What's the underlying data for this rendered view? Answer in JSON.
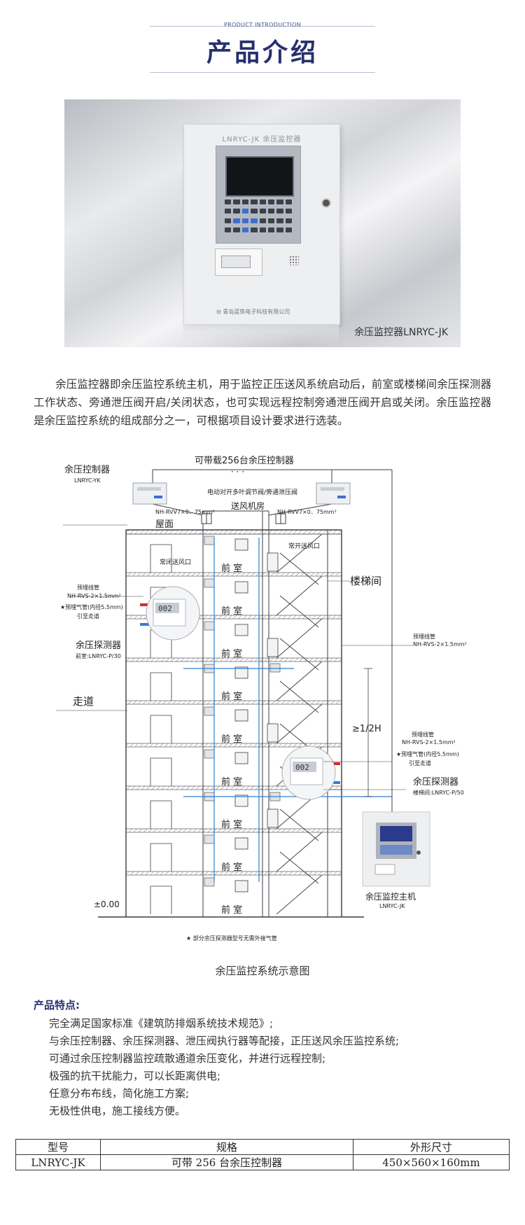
{
  "header": {
    "subtitle": "PRODUCT INTRODUCTION",
    "title": "产品介绍"
  },
  "photo": {
    "cabinet_title": "LNRYC-JK 余压监控器",
    "company": "青岛蓝铁电子科技有限公司",
    "caption": "余压监控器LNRYC-JK"
  },
  "intro": {
    "paragraph": "余压监控器即余压监控系统主机，用于监控正压送风系统启动后，前室或楼梯间余压探测器工作状态、旁通泄压阀开启/关闭状态，也可实现远程控制旁通泄压阀开启或关闭。余压监控器是余压监控系统的组成部分之一，可根据项目设计要求进行选装。"
  },
  "diagram": {
    "top_label": "可带载256台余压控制器",
    "dots": "· · ·",
    "controller_label": "余压控制器",
    "controller_model": "LNRYC-YK",
    "valve_label": "电动对开多叶调节阀/旁通泄压阀",
    "fan_room": "送风机房",
    "roof": "屋面",
    "cable_left": "NH-RVV7×0．75mm²",
    "cable_right": "NH-RVV7×0．75mm²",
    "vent_closed": "常闭送风口",
    "vent_open": "常开送风口",
    "stair": "楼梯间",
    "antechamber": "前 室",
    "corridor": "走道",
    "pipe_left_1": "预埋线管",
    "pipe_left_2": "NH-RVS-2×1.5mm²",
    "pipe_left_3": "★预埋气管(内径5.5mm)",
    "pipe_left_4": "引至走道",
    "detector_left": "余压探测器",
    "detector_left_model": "前室:LNRYC-P/30",
    "pipe_right_1": "预埋线管",
    "pipe_right_2": "NH-RVS-2×1.5mm²",
    "pipe_right_3": "预埋线管",
    "pipe_right_4": "NH-RVS-2×1.5mm²",
    "pipe_right_5": "★预埋气管(内径5.5mm)",
    "pipe_right_6": "引至走道",
    "detector_right": "余压探测器",
    "detector_right_model": "楼梯间:LNRYC-P/50",
    "half_h": "≥1/2H",
    "host_label": "余压监控主机",
    "host_model": "LNRYC-JK",
    "elevation": "±0.00",
    "footnote": "★ 部分余压探测器型号无需外接气管",
    "display_text": "002",
    "caption": "余压监控系统示意图"
  },
  "features": {
    "title": "产品特点:",
    "items": [
      "完全满足国家标准《建筑防排烟系统技术规范》;",
      "与余压控制器、余压探测器、泄压阀执行器等配接，正压送风余压监控系统;",
      "可通过余压控制器监控疏散通道余压变化，并进行远程控制;",
      "极强的抗干扰能力，可以长距离供电;",
      "任意分布布线，简化施工方案;",
      "无极性供电，施工接线方便。"
    ]
  },
  "spec_table": {
    "headers": [
      "型号",
      "规格",
      "外形尺寸"
    ],
    "row": [
      "LNRYC-JK",
      "可带 256 台余压控制器",
      "450×560×160mm"
    ]
  },
  "colors": {
    "title": "#26306e",
    "line": "#3a3d45",
    "red_pipe": "#d8282e",
    "blue_pipe": "#2f7fd2"
  }
}
